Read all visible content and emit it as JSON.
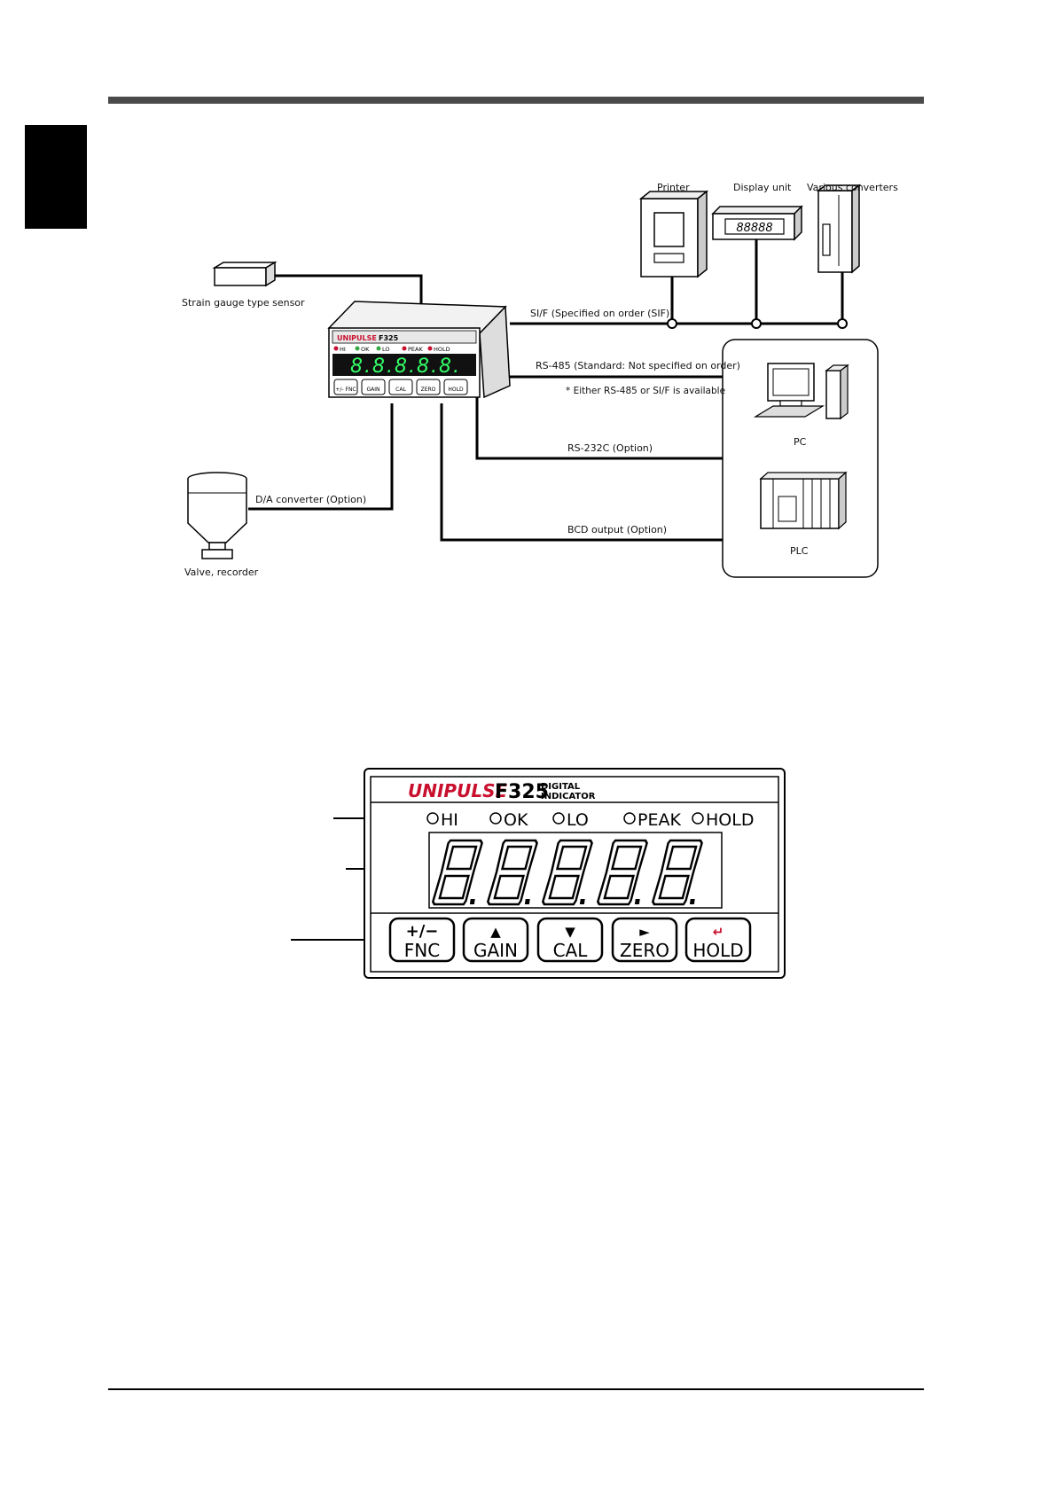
{
  "system_diagram": {
    "devices": {
      "printer": "Printer",
      "display_unit": "Display unit",
      "converters": "Various converters",
      "sensor": "Strain gauge type sensor",
      "valve": "Valve, recorder",
      "pc": "PC",
      "plc": "PLC"
    },
    "links": {
      "sif": "SI/F (Specified on order (SIF))",
      "rs485": "RS-485 (Standard: Not specified on order)",
      "note": "* Either RS-485 or SI/F is available",
      "rs232c": "RS-232C (Option)",
      "da": "D/A converter (Option)",
      "bcd": "BCD output (Option)"
    },
    "small_unit": {
      "brand": "UNIPULSE",
      "model": "F325",
      "leds": [
        "HI",
        "OK",
        "LO",
        "PEAK",
        "HOLD"
      ],
      "digits": "8.8.8.8.8.",
      "keys": [
        "+/-\nFNC",
        "GAIN",
        "CAL",
        "ZERO",
        "HOLD"
      ],
      "display_digits": "88888"
    }
  },
  "front_panel": {
    "brand": "UNIPULSE",
    "model": "F325",
    "subtitle_line1": "DIGITAL",
    "subtitle_line2": "INDICATOR",
    "leds": [
      "HI",
      "OK",
      "LO",
      "PEAK",
      "HOLD"
    ],
    "keys": [
      {
        "top": "+/−",
        "label": "FNC"
      },
      {
        "top": "▲",
        "label": "GAIN"
      },
      {
        "top": "▼",
        "label": "CAL"
      },
      {
        "top": "►",
        "label": "ZERO"
      },
      {
        "top": "↵",
        "label": "HOLD"
      }
    ]
  },
  "colors": {
    "brand_red": "#c8102e",
    "led_green": "#33ff66",
    "rule_gray": "#4a4a4a"
  }
}
